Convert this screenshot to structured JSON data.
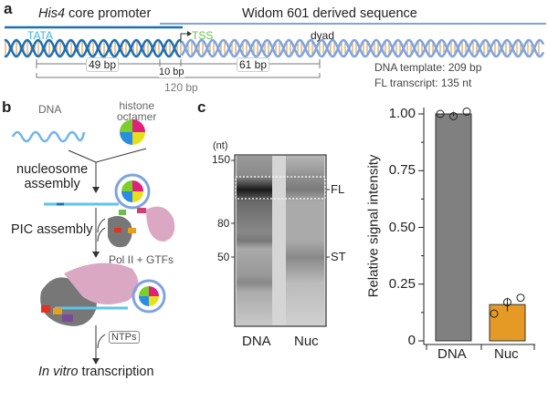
{
  "panel_a": {
    "label": "a",
    "promoter": "His4",
    "promoter_suffix": " core promoter",
    "widom": "Widom 601 derived sequence",
    "tata": "TATA",
    "tss": "TSS",
    "dyad": "dyad",
    "d49": "49 bp",
    "d10": "10 bp",
    "d61": "61 bp",
    "d120": "120 bp",
    "template": "DNA template: 209 bp",
    "transcript": "FL transcript: 135 nt",
    "colors": {
      "promoter": "#1f6fb5",
      "widom": "#7fa3e0",
      "tata": "#3bb4e8",
      "tss": "#6cc04a",
      "rungs": "#d9a55a"
    }
  },
  "panel_b": {
    "label": "b",
    "dna": "DNA",
    "octamer": "histone\noctamer",
    "step1": "nucleosome\nassembly",
    "step2": "PIC assembly",
    "polii": "Pol II + GTFs",
    "ntps": "NTPs",
    "final_italic": "In vitro",
    "final": " transcription"
  },
  "panel_c": {
    "label": "c",
    "unit": "(nt)",
    "markers": [
      "150",
      "80",
      "50"
    ],
    "bands": [
      "FL",
      "ST"
    ],
    "lanes": [
      "DNA",
      "Nuc"
    ]
  },
  "chart_data": {
    "type": "bar",
    "categories": [
      "DNA",
      "Nuc"
    ],
    "values": [
      1.0,
      0.16
    ],
    "points": [
      [
        1.0,
        0.99,
        1.01
      ],
      [
        0.12,
        0.17,
        0.19
      ]
    ],
    "error": [
      0.01,
      0.03
    ],
    "ylabel": "Relative signal intensity",
    "ylim": [
      0,
      1.05
    ],
    "yticks": [
      "0",
      "0.25",
      "0.50",
      "0.75",
      "1.00"
    ],
    "colors": [
      "#808080",
      "#e59a26"
    ]
  }
}
